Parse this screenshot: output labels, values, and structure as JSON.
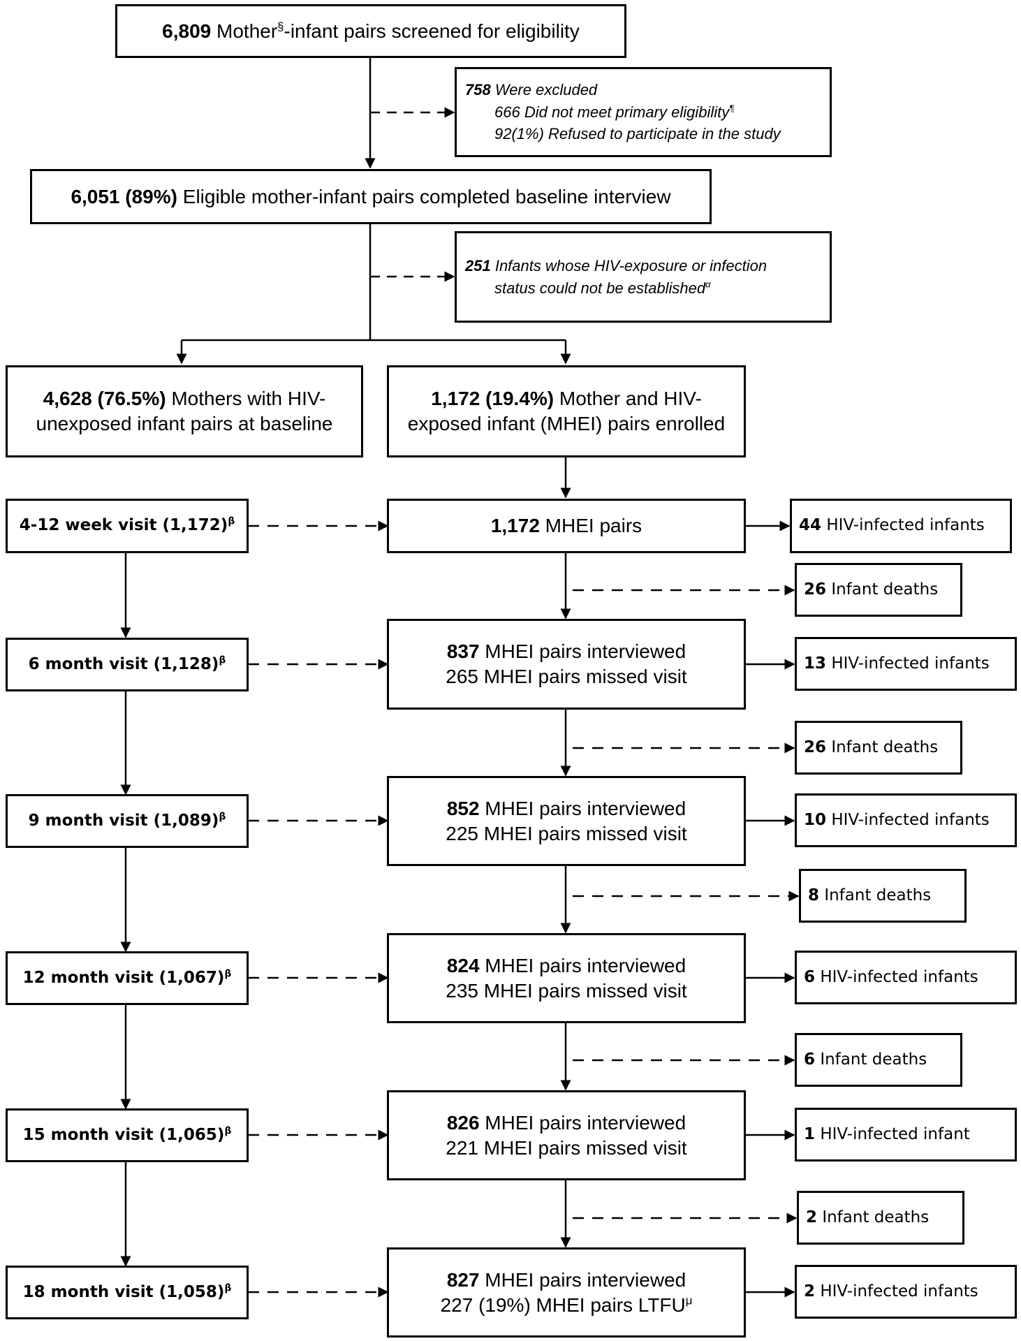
{
  "screened": {
    "count": "6,809",
    "text_a": " Mother",
    "sup": "§",
    "text_b": "-infant pairs screened for eligibility"
  },
  "excluded": {
    "count": "758",
    "text": " Were excluded",
    "line1": "666 Did not meet primary eligibility",
    "line1_sup": "¶",
    "line2": "92(1%) Refused to participate in the study"
  },
  "baseline": {
    "count": "6,051 (89%)",
    "text": " Eligible mother-infant pairs completed baseline interview"
  },
  "unestablished": {
    "count": "251",
    "text": " Infants whose HIV-exposure or infection",
    "line2": "status could not be established",
    "sup": "α"
  },
  "unexposed": {
    "count": "4,628 (76.5%)",
    "text_a": " Mothers with HIV-",
    "text_b": "unexposed infant pairs at baseline"
  },
  "exposed": {
    "count": "1,172 (19.4%)",
    "text_a": " Mother and HIV-",
    "text_b": "exposed infant (MHEI) pairs enrolled"
  },
  "beta": "β",
  "visits": [
    {
      "label": "4-12 week visit (1,172)"
    },
    {
      "label": "6 month visit (1,128)"
    },
    {
      "label": "9 month visit (1,089)"
    },
    {
      "label": "12 month visit (1,067)"
    },
    {
      "label": "15 month visit (1,065)"
    },
    {
      "label": "18 month visit (1,058)"
    }
  ],
  "mhei": [
    {
      "bold": "1,172",
      "text": " MHEI pairs"
    },
    {
      "bold": "837",
      "text": " MHEI pairs interviewed",
      "line2": "265 MHEI pairs missed visit"
    },
    {
      "bold": "852",
      "text": " MHEI pairs interviewed",
      "line2": "225 MHEI pairs missed visit"
    },
    {
      "bold": "824",
      "text": " MHEI pairs interviewed",
      "line2": "235 MHEI pairs missed visit"
    },
    {
      "bold": "826",
      "text": " MHEI pairs interviewed",
      "line2": "221 MHEI pairs missed visit"
    },
    {
      "bold": "827",
      "text": " MHEI pairs interviewed",
      "line2": "227 (19%) MHEI pairs LTFU",
      "line2_sup": "μ"
    }
  ],
  "infected": [
    {
      "bold": "44",
      "text": " HIV-infected infants"
    },
    {
      "bold": "13",
      "text": " HIV-infected infants"
    },
    {
      "bold": "10",
      "text": " HIV-infected infants"
    },
    {
      "bold": "6",
      "text": " HIV-infected infants"
    },
    {
      "bold": "1",
      "text": " HIV-infected infant"
    },
    {
      "bold": "2",
      "text": " HIV-infected infants"
    }
  ],
  "deaths": [
    {
      "bold": "26",
      "text": " Infant deaths"
    },
    {
      "bold": "26",
      "text": " Infant deaths"
    },
    {
      "bold": "8",
      "text": " Infant deaths"
    },
    {
      "bold": "6",
      "text": " Infant deaths"
    },
    {
      "bold": "2",
      "text": " Infant deaths"
    }
  ]
}
